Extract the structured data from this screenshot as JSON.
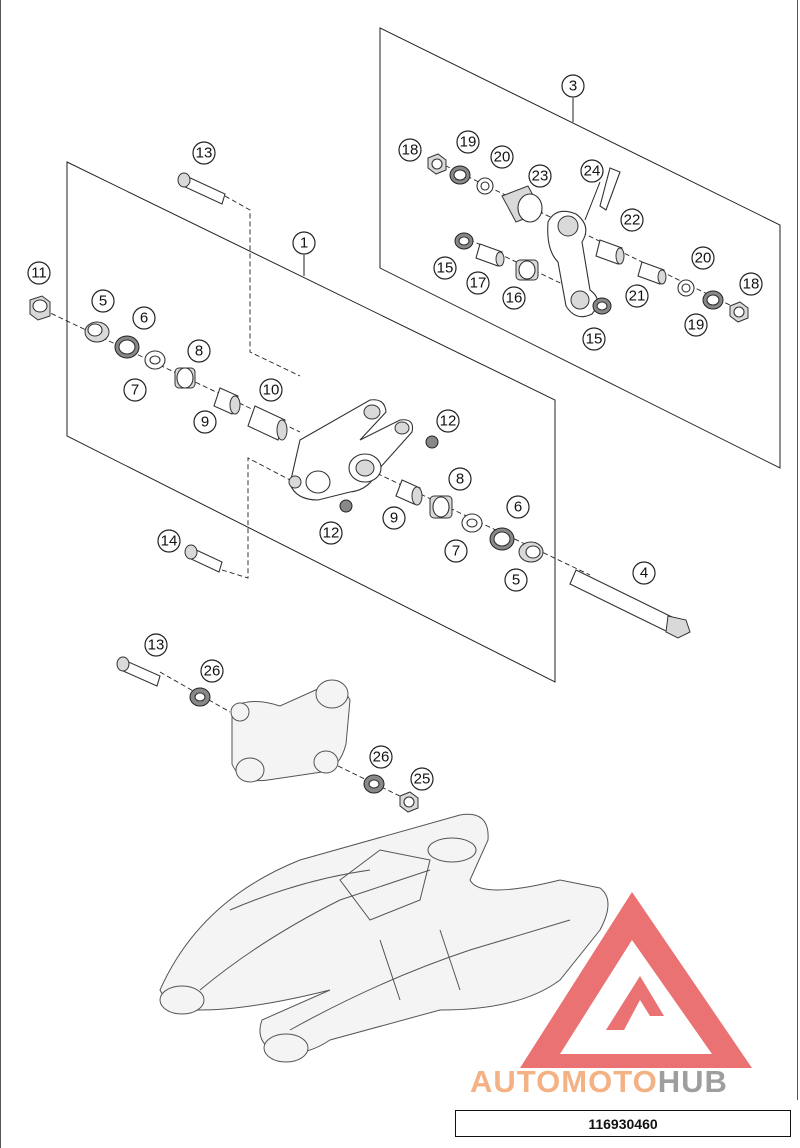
{
  "callouts": [
    {
      "id": "c1",
      "label": "1"
    },
    {
      "id": "c3",
      "label": "3"
    },
    {
      "id": "c4",
      "label": "4"
    },
    {
      "id": "c5a",
      "label": "5"
    },
    {
      "id": "c5b",
      "label": "5"
    },
    {
      "id": "c6a",
      "label": "6"
    },
    {
      "id": "c6b",
      "label": "6"
    },
    {
      "id": "c7a",
      "label": "7"
    },
    {
      "id": "c7b",
      "label": "7"
    },
    {
      "id": "c8a",
      "label": "8"
    },
    {
      "id": "c8b",
      "label": "8"
    },
    {
      "id": "c9a",
      "label": "9"
    },
    {
      "id": "c9b",
      "label": "9"
    },
    {
      "id": "c10",
      "label": "10"
    },
    {
      "id": "c11",
      "label": "11"
    },
    {
      "id": "c12a",
      "label": "12"
    },
    {
      "id": "c12b",
      "label": "12"
    },
    {
      "id": "c13a",
      "label": "13"
    },
    {
      "id": "c13b",
      "label": "13"
    },
    {
      "id": "c14",
      "label": "14"
    },
    {
      "id": "c15a",
      "label": "15"
    },
    {
      "id": "c15b",
      "label": "15"
    },
    {
      "id": "c16",
      "label": "16"
    },
    {
      "id": "c17",
      "label": "17"
    },
    {
      "id": "c18a",
      "label": "18"
    },
    {
      "id": "c18b",
      "label": "18"
    },
    {
      "id": "c19a",
      "label": "19"
    },
    {
      "id": "c19b",
      "label": "19"
    },
    {
      "id": "c20a",
      "label": "20"
    },
    {
      "id": "c20b",
      "label": "20"
    },
    {
      "id": "c21",
      "label": "21"
    },
    {
      "id": "c22",
      "label": "22"
    },
    {
      "id": "c23",
      "label": "23"
    },
    {
      "id": "c24",
      "label": "24"
    },
    {
      "id": "c25",
      "label": "25"
    },
    {
      "id": "c26a",
      "label": "26"
    },
    {
      "id": "c26b",
      "label": "26"
    }
  ],
  "watermark": {
    "part1": "AUTOMOTO",
    "part2": "HUB",
    "color_primary": "#f4b183",
    "color_secondary": "#9e9e9e",
    "triangle_color": "#e85a5a"
  },
  "part_number": "116930460"
}
